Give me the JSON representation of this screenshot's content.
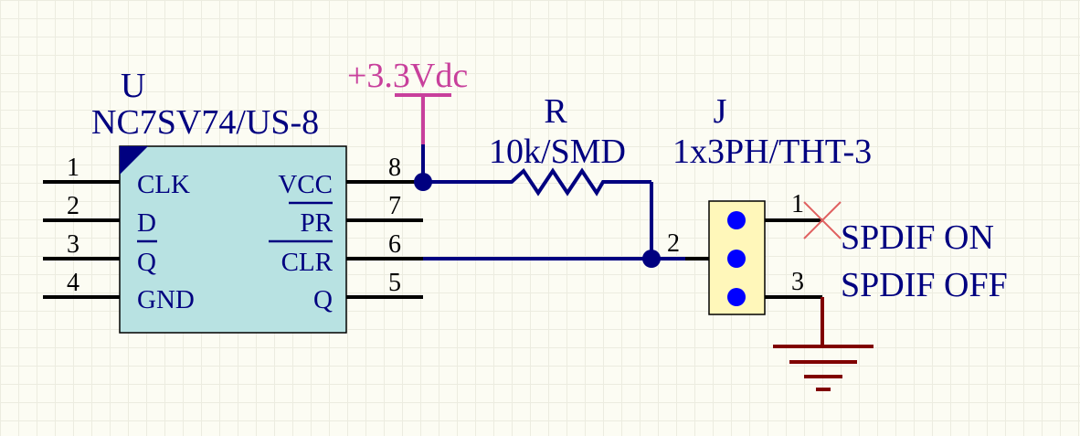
{
  "colors": {
    "wire": "#000080",
    "pin": "#000000",
    "text": "#000080",
    "text_pin": "#000000",
    "power": "#c8409c",
    "ground": "#800000",
    "ic_fill": "#b8e2e2",
    "ic_stroke": "#000000",
    "connector_fill": "#fff7ba",
    "noconnect": "#e06060"
  },
  "ic": {
    "designator": "U",
    "part": "NC7SV74/US-8",
    "left_pins": [
      {
        "number": "1",
        "name": "CLK"
      },
      {
        "number": "2",
        "name": "D"
      },
      {
        "number": "3",
        "name": "Q"
      },
      {
        "number": "4",
        "name": "GND"
      }
    ],
    "right_pins": [
      {
        "number": "8",
        "name": "VCC"
      },
      {
        "number": "7",
        "name": "PR"
      },
      {
        "number": "6",
        "name": "CLR"
      },
      {
        "number": "5",
        "name": "Q"
      }
    ]
  },
  "power": {
    "label": "+3.3Vdc"
  },
  "resistor": {
    "designator": "R",
    "value": "10k/SMD"
  },
  "connector": {
    "designator": "J",
    "part": "1x3PH/THT-3",
    "pins": [
      {
        "number": "1"
      },
      {
        "number": "2"
      },
      {
        "number": "3"
      }
    ],
    "labels": {
      "on": "SPDIF ON",
      "off": "SPDIF OFF"
    }
  },
  "icons": [
    "power-port-icon",
    "ground-icon",
    "no-connect-icon",
    "resistor-icon",
    "junction-icon"
  ]
}
